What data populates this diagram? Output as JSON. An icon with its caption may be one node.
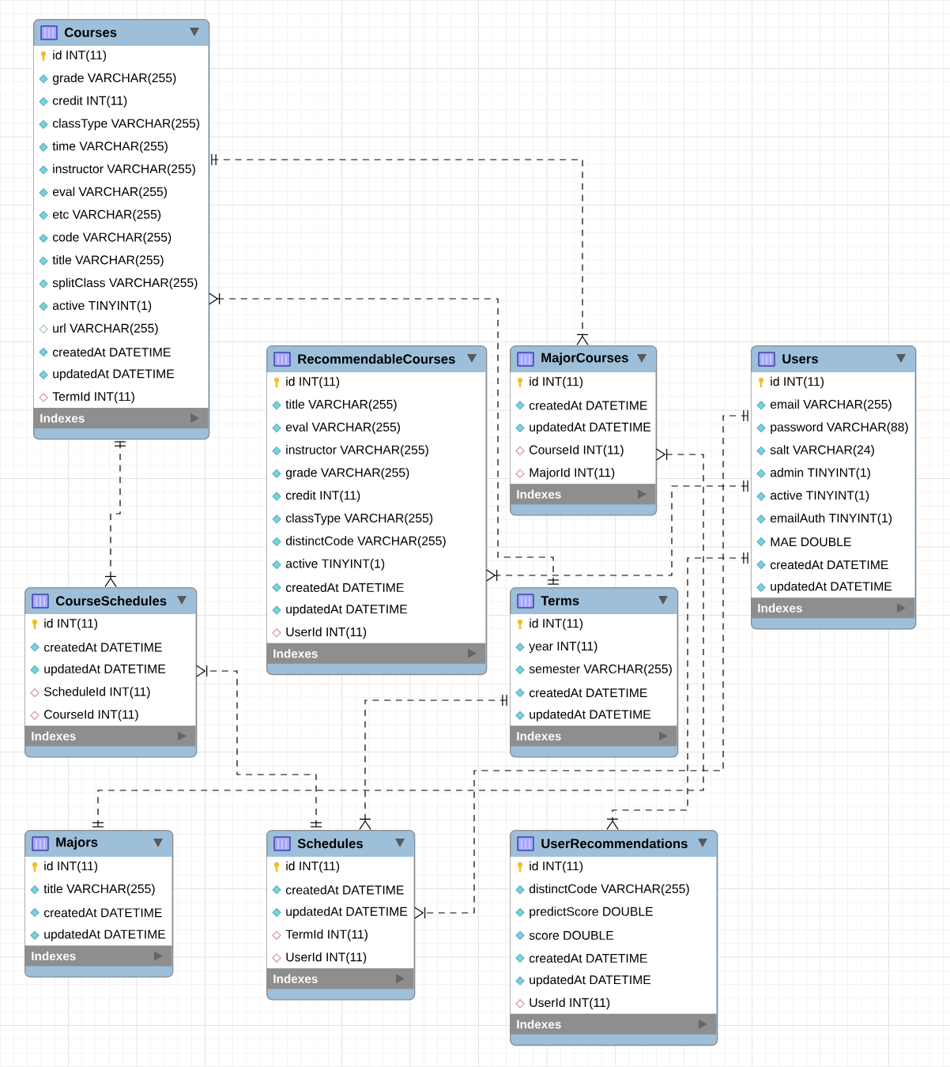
{
  "diagram": {
    "nodes": [
      {
        "text": [
          "Courses",
          "id INT(11)",
          "grade VARCHAR(255)",
          "credit INT(11)",
          "classType VARCHAR(255)",
          "time VARCHAR(255)",
          "instructor VARCHAR(255)",
          "eval VARCHAR(255)",
          "etc VARCHAR(255)",
          "code VARCHAR(255)",
          "title VARCHAR(255)",
          "splitClass VARCHAR(255)",
          "active TINYINT(1)",
          "url VARCHAR(255)",
          "createdAt DATETIME",
          "updatedAt DATETIME",
          "TermId INT(11)",
          "Indexes"
        ]
      },
      {
        "text": [
          "RecommendableCourses",
          "id INT(11)",
          "title VARCHAR(255)",
          "eval VARCHAR(255)",
          "instructor VARCHAR(255)",
          "grade VARCHAR(255)",
          "credit INT(11)",
          "classType VARCHAR(255)",
          "distinctCode VARCHAR(255)",
          "active TINYINT(1)",
          "createdAt DATETIME",
          "updatedAt DATETIME",
          "UserId INT(11)",
          "Indexes"
        ]
      },
      {
        "text": [
          "MajorCourses",
          "id INT(11)",
          "createdAt DATETIME",
          "updatedAt DATETIME",
          "CourseId INT(11)",
          "MajorId INT(11)",
          "Indexes"
        ]
      },
      {
        "text": [
          "Users",
          "id INT(11)",
          "email VARCHAR(255)",
          "password VARCHAR(88)",
          "salt VARCHAR(24)",
          "admin TINYINT(1)",
          "active TINYINT(1)",
          "emailAuth TINYINT(1)",
          "MAE DOUBLE",
          "createdAt DATETIME",
          "updatedAt DATETIME",
          "Indexes"
        ]
      },
      {
        "text": [
          "CourseSchedules",
          "id INT(11)",
          "createdAt DATETIME",
          "updatedAt DATETIME",
          "ScheduleId INT(11)",
          "CourseId INT(11)",
          "Indexes"
        ]
      },
      {
        "text": [
          "Terms",
          "id INT(11)",
          "year INT(11)",
          "semester VARCHAR(255)",
          "createdAt DATETIME",
          "updatedAt DATETIME",
          "Indexes"
        ]
      },
      {
        "text": [
          "Majors",
          "id INT(11)",
          "title VARCHAR(255)",
          "createdAt DATETIME",
          "updatedAt DATETIME",
          "Indexes"
        ]
      },
      {
        "text": [
          "Schedules",
          "id INT(11)",
          "createdAt DATETIME",
          "updatedAt DATETIME",
          "TermId INT(11)",
          "UserId INT(11)",
          "Indexes"
        ]
      },
      {
        "text": [
          "UserRecommendations",
          "id INT(11)",
          "distinctCode VARCHAR(255)",
          "predictScore DOUBLE",
          "score DOUBLE",
          "createdAt DATETIME",
          "updatedAt DATETIME",
          "UserId INT(11)",
          "Indexes"
        ]
      }
    ],
    "edges": [
      {
        "from": 0,
        "to": 2,
        "arrow": "other",
        "style": "dashed"
      },
      {
        "from": 6,
        "to": 2,
        "arrow": "other",
        "style": "dashed"
      },
      {
        "from": 0,
        "to": 4,
        "arrow": "other",
        "style": "dashed"
      },
      {
        "from": 5,
        "to": 0,
        "arrow": "other",
        "style": "dashed"
      },
      {
        "from": 7,
        "to": 4,
        "arrow": "other",
        "style": "dashed"
      },
      {
        "from": 5,
        "to": 7,
        "arrow": "other",
        "style": "dashed"
      },
      {
        "from": 3,
        "to": 1,
        "arrow": "other",
        "style": "dashed"
      },
      {
        "from": 3,
        "to": 7,
        "arrow": "other",
        "style": "dashed"
      },
      {
        "from": 3,
        "to": 8,
        "arrow": "other",
        "style": "dashed"
      }
    ]
  }
}
